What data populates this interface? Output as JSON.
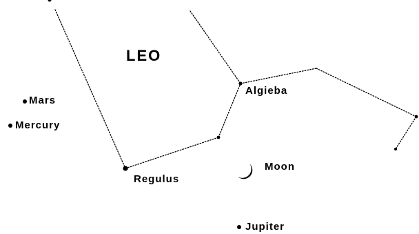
{
  "constellation": {
    "name": "LEO"
  },
  "stars": {
    "algieba": "Algieba",
    "regulus": "Regulus"
  },
  "bodies": {
    "mars": "Mars",
    "mercury": "Mercury",
    "moon": "Moon",
    "jupiter": "Jupiter"
  },
  "colors": {
    "ink": "#000000",
    "background": "#ffffff"
  }
}
